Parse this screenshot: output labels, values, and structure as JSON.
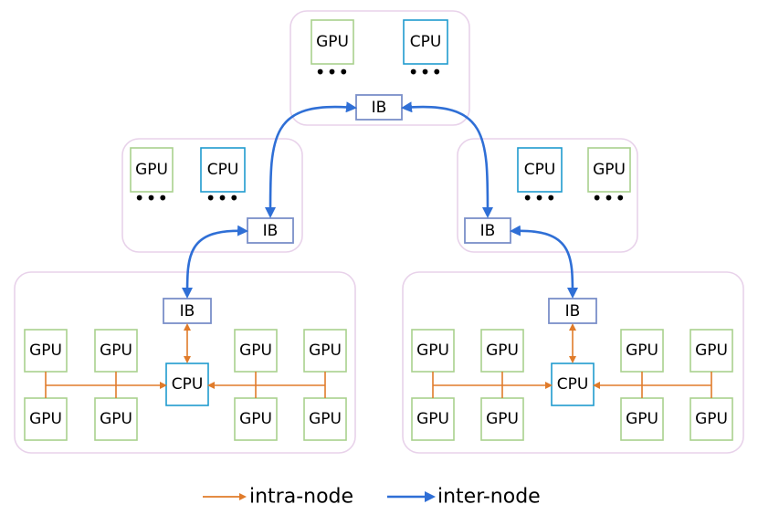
{
  "labels": {
    "gpu": "GPU",
    "cpu": "CPU",
    "ib": "IB",
    "ellipsis": "•••"
  },
  "legend": {
    "intra": "intra-node",
    "inter": "inter-node"
  },
  "colors": {
    "node_border": "#e8d2ea",
    "gpu_border": "#a9d18e",
    "cpu_border": "#1f9bcf",
    "ib_border": "#7a8fc9",
    "intra_arrow": "#e07b2a",
    "inter_arrow": "#2f6fd6"
  }
}
